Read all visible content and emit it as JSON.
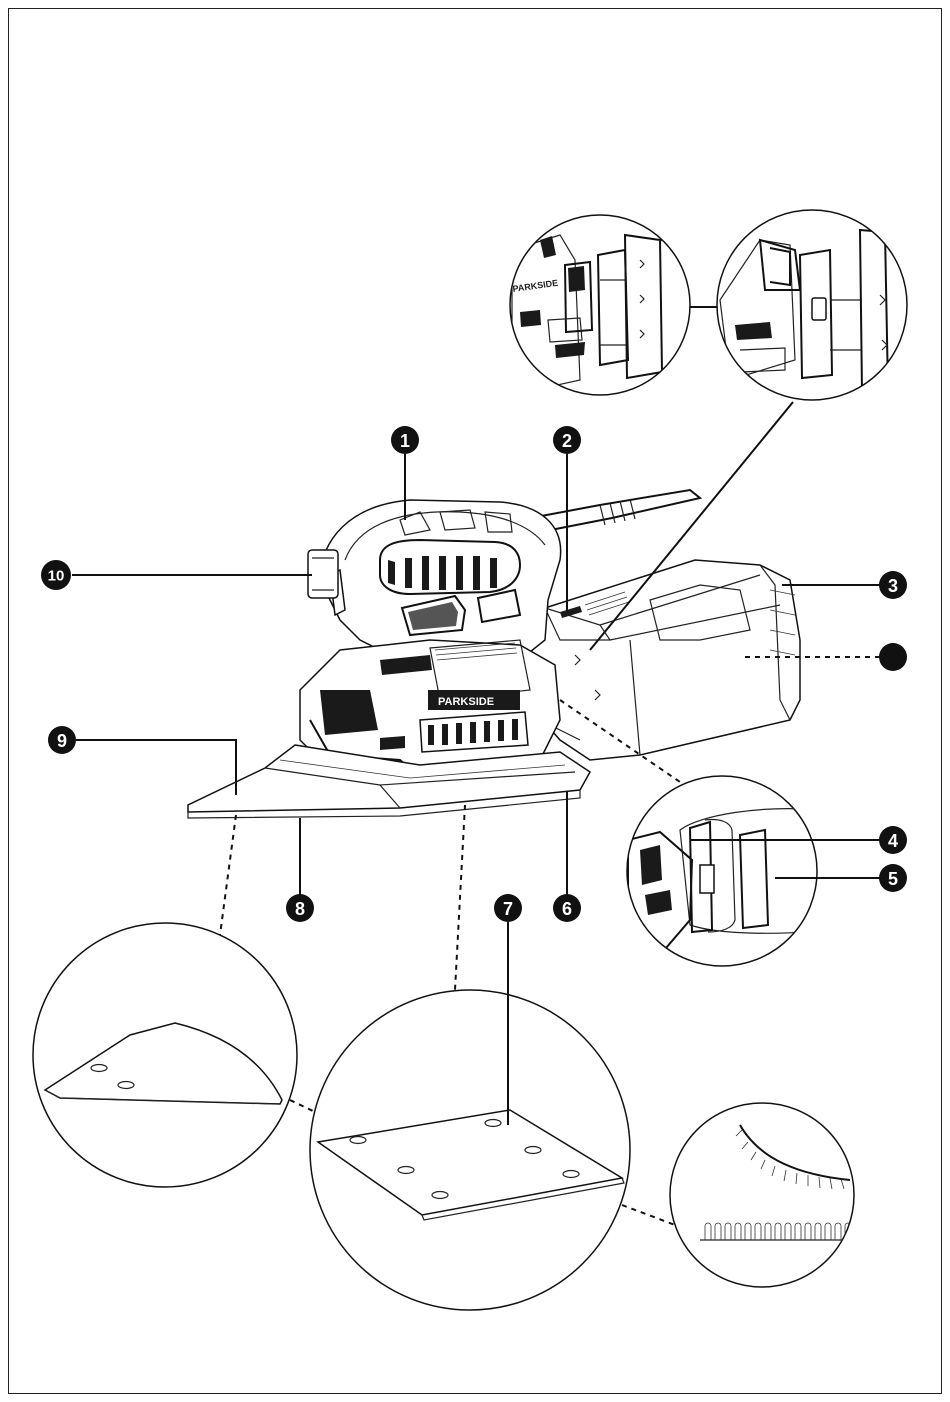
{
  "diagram": {
    "brand_text": "PARKSIDE",
    "callouts": [
      {
        "id": "c1",
        "label": "1"
      },
      {
        "id": "c2",
        "label": "2"
      },
      {
        "id": "c3",
        "label": "3"
      },
      {
        "id": "c4",
        "label": "4"
      },
      {
        "id": "c5",
        "label": "5"
      },
      {
        "id": "c6",
        "label": "6"
      },
      {
        "id": "c7",
        "label": "7"
      },
      {
        "id": "c8",
        "label": "8"
      },
      {
        "id": "c9",
        "label": "9"
      },
      {
        "id": "c10",
        "label": "10"
      },
      {
        "id": "c11",
        "label": ""
      }
    ]
  }
}
